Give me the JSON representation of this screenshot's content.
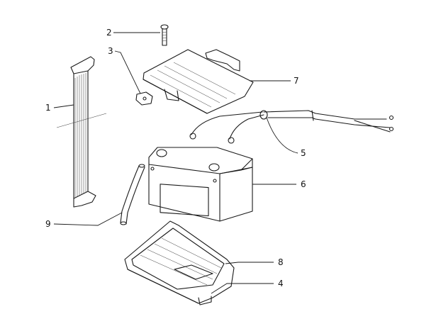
{
  "diagram": {
    "callouts": [
      {
        "id": "1",
        "label": "1",
        "part": "side-bracket"
      },
      {
        "id": "2",
        "label": "2",
        "part": "screw"
      },
      {
        "id": "3",
        "label": "3",
        "part": "clip-nut"
      },
      {
        "id": "4",
        "label": "4",
        "part": "battery-tray-base"
      },
      {
        "id": "5",
        "label": "5",
        "part": "battery-cable-harness"
      },
      {
        "id": "6",
        "label": "6",
        "part": "battery"
      },
      {
        "id": "7",
        "label": "7",
        "part": "battery-cover"
      },
      {
        "id": "8",
        "label": "8",
        "part": "rubber-mat"
      },
      {
        "id": "9",
        "label": "9",
        "part": "vent-tube"
      }
    ],
    "colors": {
      "line": "#1a1a1a",
      "background": "#ffffff"
    }
  }
}
